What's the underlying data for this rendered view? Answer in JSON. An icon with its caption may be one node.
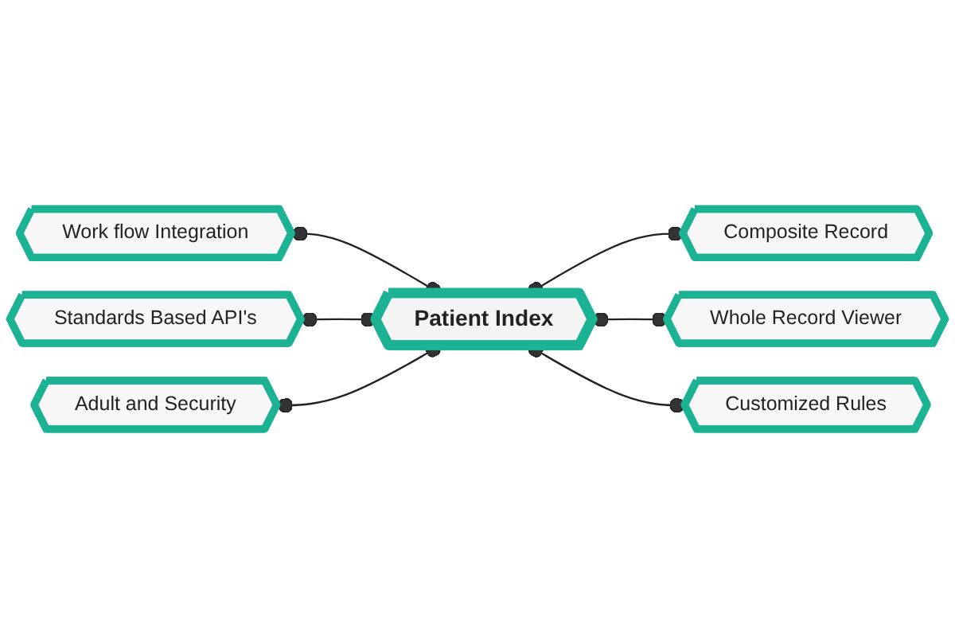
{
  "diagram": {
    "nodes": [
      {
        "text": [
          "Patient Index"
        ]
      },
      {
        "text": [
          "Work flow Integration"
        ]
      },
      {
        "text": [
          "Composite Record"
        ]
      },
      {
        "text": [
          "Standards Based API's"
        ]
      },
      {
        "text": [
          "Whole Record Viewer"
        ]
      },
      {
        "text": [
          "Adult and Security"
        ]
      },
      {
        "text": [
          "Customized Rules"
        ]
      }
    ],
    "edges": [
      {
        "from": 1,
        "to": 0,
        "arrow": "other"
      },
      {
        "from": 0,
        "to": 2,
        "arrow": "other"
      },
      {
        "from": 3,
        "to": 0,
        "arrow": "other"
      },
      {
        "from": 0,
        "to": 4,
        "arrow": "other"
      },
      {
        "from": 5,
        "to": 0,
        "arrow": "other"
      },
      {
        "from": 0,
        "to": 6,
        "arrow": "other"
      }
    ]
  }
}
